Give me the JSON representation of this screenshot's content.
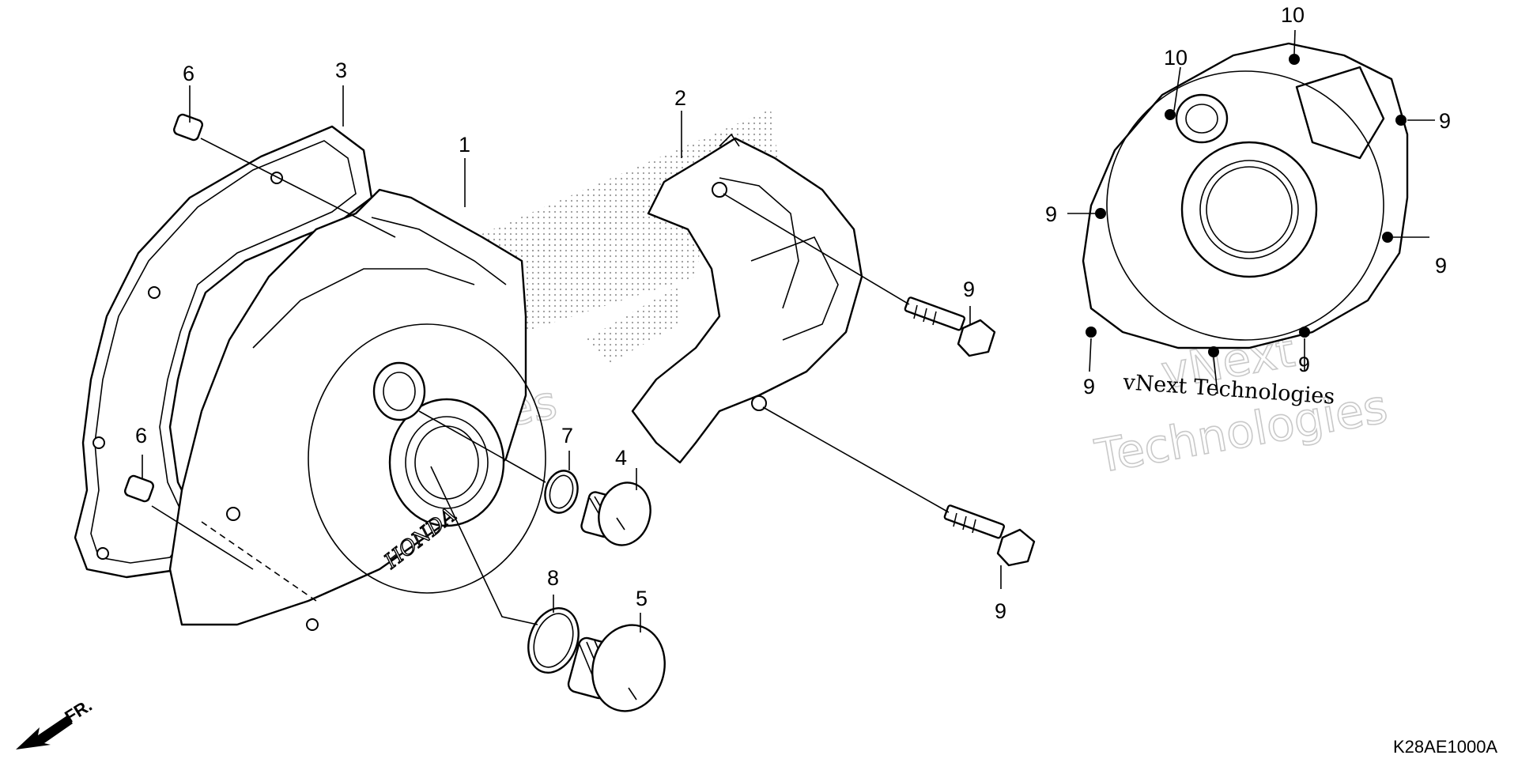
{
  "diagram": {
    "code": "K28AE1000A",
    "direction_label": "FR.",
    "brand_mark": "HONDA",
    "watermark_line1": "vNext",
    "watermark_line2": "Technologies",
    "watermark_inline": "vNext Technologies",
    "callouts": {
      "c1": "1",
      "c2": "2",
      "c3": "3",
      "c4": "4",
      "c5": "5",
      "c6a": "6",
      "c6b": "6",
      "c7": "7",
      "c8": "8",
      "c9a": "9",
      "c9b": "9",
      "c9c": "9",
      "c9d": "9",
      "c9e": "9",
      "c9f": "9",
      "c9g": "9",
      "c10a": "10",
      "c10b": "10"
    }
  }
}
